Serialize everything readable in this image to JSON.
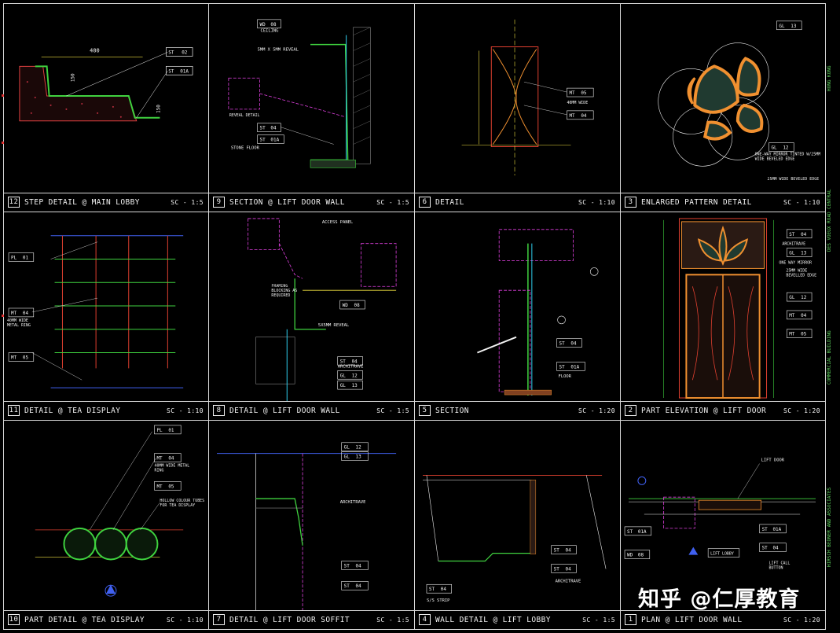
{
  "panels": [
    {
      "num": "12",
      "title": "STEP DETAIL @ MAIN LOBBY",
      "scale": "SC - 1:5"
    },
    {
      "num": "9",
      "title": "SECTION @ LIFT DOOR WALL",
      "scale": "SC - 1:5"
    },
    {
      "num": "6",
      "title": "DETAIL",
      "scale": "SC - 1:10"
    },
    {
      "num": "3",
      "title": "ENLARGED PATTERN DETAIL",
      "scale": "SC - 1:10"
    },
    {
      "num": "11",
      "title": "DETAIL @ TEA DISPLAY",
      "scale": "SC - 1:10"
    },
    {
      "num": "8",
      "title": "DETAIL @ LIFT DOOR WALL",
      "scale": "SC - 1:5"
    },
    {
      "num": "5",
      "title": "SECTION",
      "scale": "SC - 1:20"
    },
    {
      "num": "2",
      "title": "PART ELEVATION @ LIFT DOOR",
      "scale": "SC - 1:20"
    },
    {
      "num": "10",
      "title": "PART DETAIL @ TEA DISPLAY",
      "scale": "SC - 1:10"
    },
    {
      "num": "7",
      "title": "DETAIL @ LIFT DOOR SOFFIT",
      "scale": "SC - 1:5"
    },
    {
      "num": "4",
      "title": "WALL DETAIL @ LIFT LOBBY",
      "scale": "SC - 1:5"
    },
    {
      "num": "1",
      "title": "PLAN @ LIFT DOOR WALL",
      "scale": "SC - 1:20"
    }
  ],
  "annotations": {
    "p12": {
      "dim_top": "400",
      "dim_a": "150",
      "dim_b": "150",
      "tag1a": "ST",
      "tag1b": "02",
      "tag2a": "ST",
      "tag2b": "01A"
    },
    "p9": {
      "ceiling": "CEILING",
      "reveal": "5MM X 5MM REVEAL",
      "reveal_detail": "REVEAL DETAIL",
      "stone_floor": "STONE FLOOR",
      "tagA": "ST",
      "tagB": "04",
      "tagC": "WD",
      "tagD": "08",
      "tagE": "ST",
      "tagF": "01A"
    },
    "p6": {
      "wide": "40MM WIDE",
      "t1a": "MT",
      "t1b": "05",
      "t2a": "MT",
      "t2b": "04"
    },
    "p3": {
      "mirror": "ONE-WAY MIRROR TINTED W/25MM WIDE BEVELED EDGE",
      "bevel": "25MM WIDE BEVELED EDGE",
      "gl1": "GL",
      "gl1b": "13",
      "gl2": "GL",
      "gl2b": "12"
    },
    "p11": {
      "metal": "40MM WIDE METAL RING",
      "pla": "PL",
      "plb": "01",
      "mta": "MT",
      "mtb": "04",
      "mtc": "MT",
      "mtd": "05"
    },
    "p8": {
      "access": "ACCESS PANEL",
      "framing": "FRAMING BLOCKING AS REQUIRED",
      "reveal": "5X5MM REVEAL",
      "arch": "ARCHITRAVE",
      "t1": "WD",
      "t1b": "08",
      "t2": "ST",
      "t2b": "04",
      "t3": "GL",
      "t3b": "12",
      "t4": "GL",
      "t4b": "13"
    },
    "p5": {
      "floor": "FLOOR",
      "t1": "ST",
      "t1b": "04",
      "t2": "ST",
      "t2b": "01A"
    },
    "p2": {
      "arch": "ARCHITRAVE",
      "mirror": "ONE WAY MIRROR",
      "bevel": "25MM WIDE BEVELLED EDGE",
      "t1": "ST",
      "t1b": "04",
      "t2": "GL",
      "t2b": "13",
      "t3": "GL",
      "t3b": "12",
      "t4": "MT",
      "t4b": "04",
      "t5": "MT",
      "t5b": "05"
    },
    "p10": {
      "pl": "PL",
      "plb": "01",
      "hollow": "HOLLOW COLOUR TUBES FOR TEA DISPLAY",
      "ring": "40MM WIDE METAL RING",
      "mta": "MT",
      "mtb": "04",
      "mtc": "MT",
      "mtd": "05"
    },
    "p7": {
      "arch": "ARCHITRAVE",
      "gl1": "GL",
      "gl1b": "12",
      "gl2": "GL",
      "gl2b": "13",
      "st1": "ST",
      "st1b": "04",
      "st2": "ST",
      "st2b": "04"
    },
    "p4": {
      "arch": "ARCHITRAVE",
      "strip": "S/S STRIP",
      "t1": "ST",
      "t1b": "04",
      "t2": "ST",
      "t2b": "04",
      "t3": "ST",
      "t3b": "04"
    },
    "p1": {
      "lift_door": "LIFT DOOR",
      "lobby": "LIFT LOBBY",
      "call": "LIFT CALL BUTTON",
      "t1": "ST",
      "t1b": "01A",
      "t2": "WD",
      "t2b": "08",
      "t3": "ST",
      "t3b": "01A",
      "t4": "ST",
      "t4b": "04"
    }
  },
  "sidebar": {
    "top": "HONG KONG",
    "mid": "DES VOEUX ROAD CENTRAL",
    "low": "COMMERCIAL BUILDING",
    "bottom": "HIRSCH BEDNER AND ASSOCIATES"
  },
  "watermark": "知乎 @仁厚教育",
  "colors": {
    "bg": "#000000",
    "grid": "#d8d8d8",
    "green": "#3fd23f",
    "yellow": "#f0e040",
    "cyan": "#30d0f0",
    "magenta": "#e040e0",
    "red": "#e04030",
    "orange": "#f09030",
    "white": "#f2f2f2",
    "blue": "#4060f0"
  }
}
